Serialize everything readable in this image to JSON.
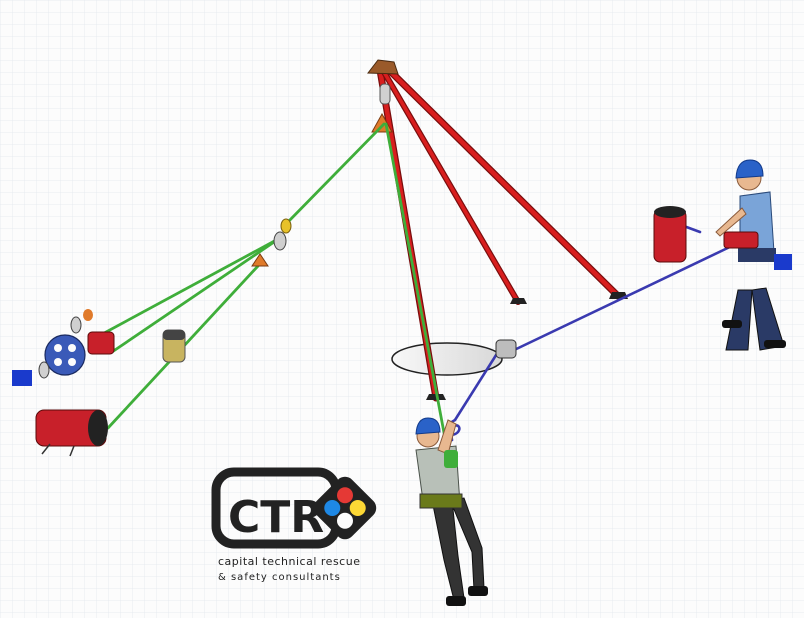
{
  "logo": {
    "wordmark": "CTR",
    "line1": "capital technical rescue",
    "line2": "& safety consultants"
  },
  "colors": {
    "tripod_leg": "#d81e1e",
    "haul_rope": "#3fae3a",
    "lowering_rope": "#3a3ab0",
    "helmet": "#2a62c8",
    "rope_bag": "#c8202a",
    "logo_red": "#e53935",
    "logo_blue": "#1e88e5",
    "logo_yellow": "#fdd835",
    "logo_dark": "#222222"
  },
  "icons": [
    "tripod",
    "pulley",
    "carabiner",
    "rigging-plate",
    "rope-bag",
    "rescuer",
    "casualty",
    "manhole-opening"
  ]
}
